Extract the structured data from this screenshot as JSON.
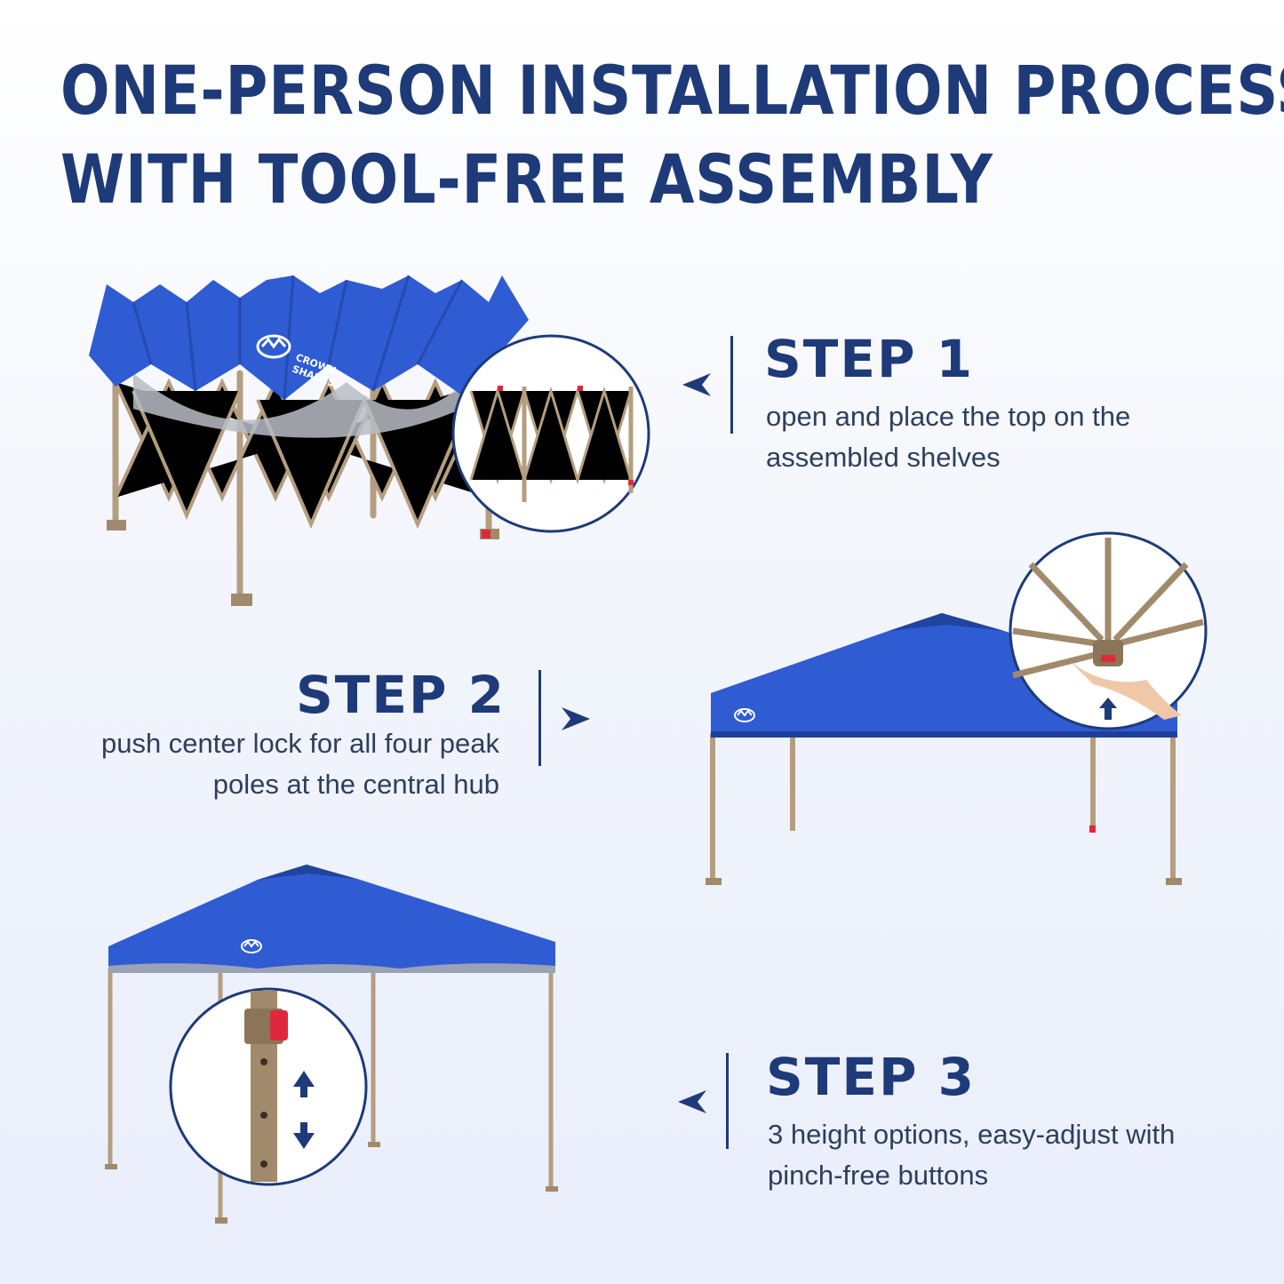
{
  "headline": {
    "line1": "ONE-PERSON INSTALLATION PROCESS",
    "line2": "WITH TOOL-FREE ASSEMBLY"
  },
  "steps": [
    {
      "title": "STEP 1",
      "description": "open and place the top on the assembled shelves",
      "arrow": "left"
    },
    {
      "title": "STEP 2",
      "description": "push center lock for all four peak poles at the central hub",
      "arrow": "right"
    },
    {
      "title": "STEP 3",
      "description": "3 height options, easy-adjust with pinch-free buttons",
      "arrow": "left"
    }
  ],
  "brand": {
    "line1": "CROWN",
    "line2": "SHADES"
  },
  "colors": {
    "heading": "#1e3a78",
    "canopy_blue": "#2f5bd3",
    "frame_tan": "#b59e80",
    "lock_red": "#e0283c"
  },
  "icons": [
    "arrow-left-icon",
    "arrow-right-icon",
    "up-arrow-icon",
    "double-arrow-icon",
    "crown-logo-icon"
  ]
}
